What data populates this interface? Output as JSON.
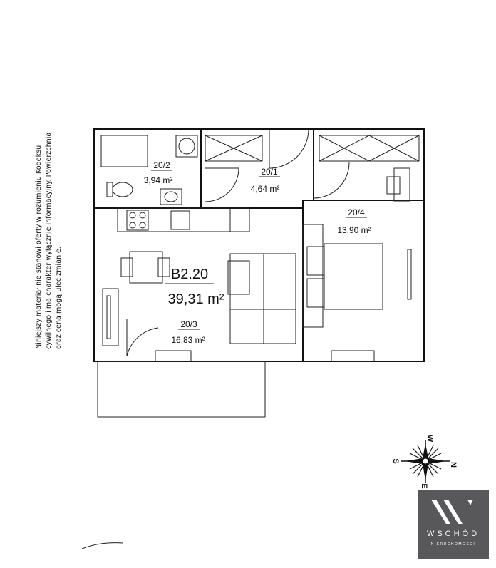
{
  "disclaimer": [
    "Niniejszy materiał nie stanowi oferty w rozumieniu Kodeksu",
    "cywilnego i ma charakter wyłącznie informacyjny. Powierzchnia",
    "oraz cena mogą ulec zmianie."
  ],
  "apartment": {
    "id": "B2.20",
    "area": "39,31 m²"
  },
  "rooms": [
    {
      "number": "20/2",
      "area": "3,94 m²"
    },
    {
      "number": "20/1",
      "area": "4,64 m²"
    },
    {
      "number": "20/4",
      "area": "13,90 m²"
    },
    {
      "number": "20/3",
      "area": "16,83 m²"
    }
  ],
  "compass": {
    "n": "N",
    "s": "S",
    "e": "E",
    "w": "W"
  },
  "logo": {
    "brand": "WSCHÓD",
    "sub": "NIERUCHOMOŚCI"
  }
}
